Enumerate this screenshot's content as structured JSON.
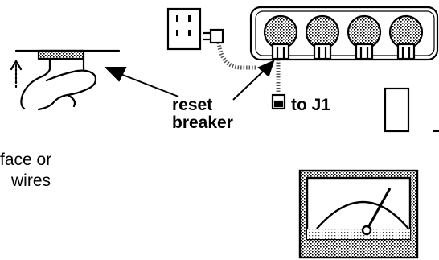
{
  "labels": {
    "reset": "reset",
    "breaker": "breaker",
    "to_j1": "to J1",
    "caption_line1": "face or",
    "caption_line2": "wires"
  },
  "colors": {
    "ink": "#000000",
    "paper": "#ffffff",
    "stipple": "#9a9a9a"
  },
  "icons": {
    "wall_outlet": "wall-outlet-icon",
    "plug": "plug-icon",
    "power_strip": "power-strip-icon",
    "reset_switch": "reset-switch-icon",
    "meter": "analog-meter-icon",
    "hand": "hand-icon"
  }
}
